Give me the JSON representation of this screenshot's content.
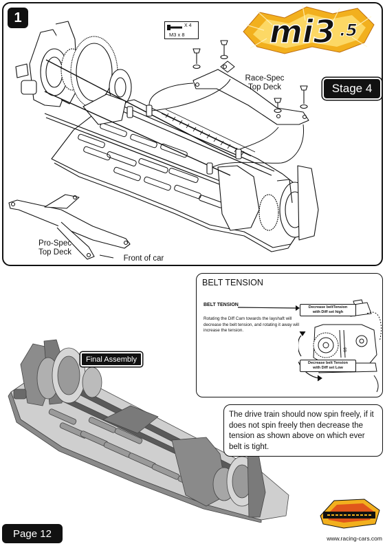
{
  "step": {
    "number": "1"
  },
  "logo": {
    "text": "mi3.5",
    "main": "mi3",
    "suffix": ".5"
  },
  "stage": {
    "label": "Stage 4"
  },
  "screws": {
    "qty": "X 4",
    "size": "M3 x 8"
  },
  "labels": {
    "race_spec_line1": "Race-Spec",
    "race_spec_line2": "Top Deck",
    "pro_spec_line1": "Pro-Spec",
    "pro_spec_line2": "Top Deck",
    "front": "Front of car"
  },
  "belt_tension": {
    "title": "BELT TENSION",
    "subtitle": "BELT TENSION",
    "text": "Rotating the Diff Cam towards the layshaft will decrease the belt tension, and rotating it away will increase the tension.",
    "callout_high_line1": "Decrease beltTension",
    "callout_high_line2": "with Diff set high",
    "callout_low_line1": "Decrease belt Tension",
    "callout_low_line2": "with Diff set Low",
    "cam_mark": "68"
  },
  "final": {
    "label": "Final Assembly"
  },
  "note": {
    "text": "The drive train should now spin freely, if it does not spin freely then decrease the tension as shown above on which ever belt is tight."
  },
  "page": {
    "label": "Page 12"
  },
  "footer": {
    "url": "www.racing-cars.com"
  },
  "colors": {
    "ink": "#111111",
    "logo_gold": "#f2b01e",
    "logo_orange": "#e0561b",
    "chassis_grey": "#bdbdbd",
    "chassis_dark": "#6a6a6a"
  }
}
